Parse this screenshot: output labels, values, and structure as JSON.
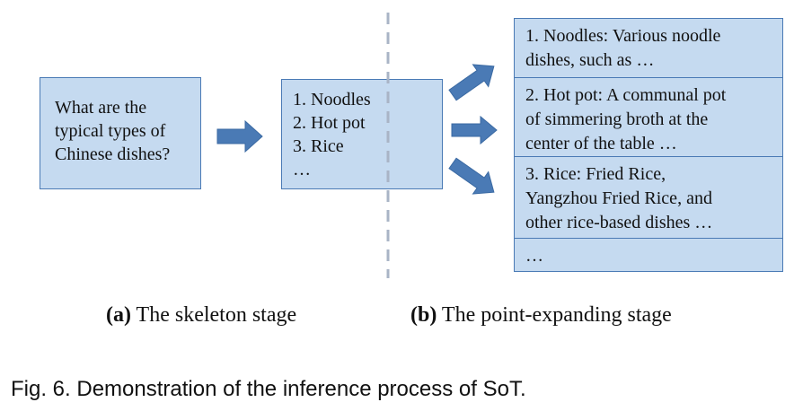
{
  "diagram": {
    "question": [
      "What are the",
      "typical types of",
      "Chinese dishes?"
    ],
    "skeleton": [
      "1. Noodles",
      "2. Hot pot",
      "3. Rice",
      "…"
    ],
    "expanded": [
      [
        "1. Noodles: Various noodle",
        "dishes, such as …"
      ],
      [
        "2. Hot pot: A communal pot",
        "of simmering broth at the",
        "center of the table …"
      ],
      [
        "3. Rice: Fried Rice,",
        "Yangzhou Fried Rice, and",
        "other rice-based dishes …"
      ],
      [
        "…"
      ]
    ],
    "colors": {
      "box_fill": "#c5daf0",
      "box_border": "#4a7ab5",
      "arrow": "#4a7ab5",
      "divider": "#a9b4c6"
    }
  },
  "captions": {
    "a_tag": "(a)",
    "a_text": " The skeleton stage",
    "b_tag": "(b)",
    "b_text": " The point-expanding stage"
  },
  "figure_caption": "Fig. 6. Demonstration of the inference process of SoT."
}
